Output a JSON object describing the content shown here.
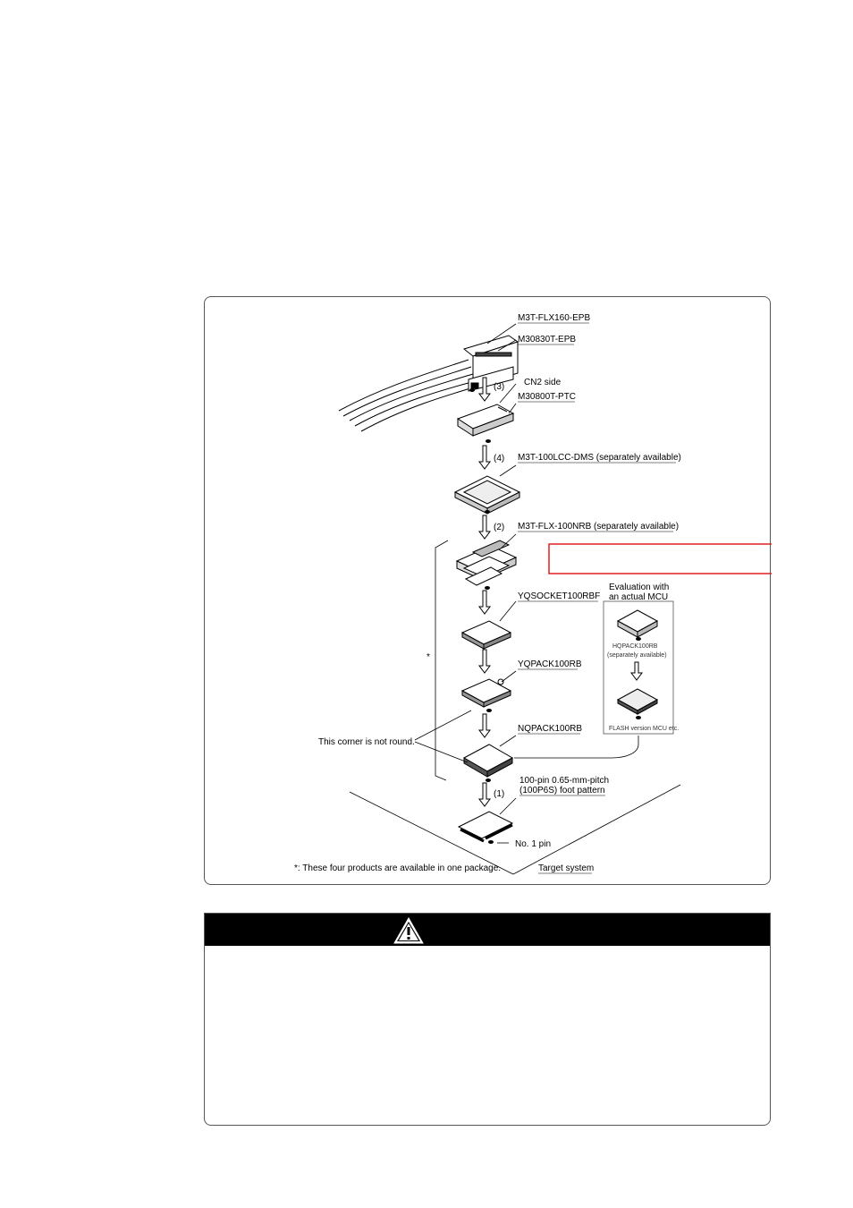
{
  "figure": {
    "labels": {
      "flx160": "M3T-FLX160-EPB",
      "epb": "M30830T-EPB",
      "step3": "(3)",
      "cn2": "CN2 side",
      "ptc": "M30800T-PTC",
      "step4": "(4)",
      "lcc": "M3T-100LCC-DMS (separately available)",
      "step2": "(2)",
      "flx100": "M3T-FLX-100NRB (separately available)",
      "socket": "YQSOCKET100RBF",
      "eval1": "Evaluation with",
      "eval2": "an actual MCU",
      "hqpack": "HQPACK100RB",
      "hqsep": "(separately available)",
      "flashmcu": "FLASH version MCU etc.",
      "yqpack": "YQPACK100RB",
      "asterisk": "*",
      "corner": "This corner is not round.",
      "nqpack": "NQPACK100RB",
      "foot1": "100-pin 0.65-mm-pitch",
      "foot2": "(100P6S) foot pattern",
      "step1": "(1)",
      "pin1": "No. 1 pin",
      "footnote": "*: These four products are available in one package.",
      "target": "Target system"
    }
  },
  "caution": {
    "icon": "warning-triangle-icon"
  },
  "colors": {
    "highlight": "#e02020",
    "header": "#000000"
  }
}
